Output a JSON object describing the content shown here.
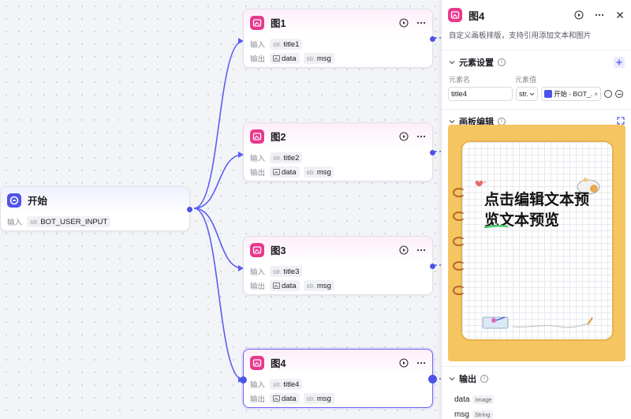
{
  "start_node": {
    "title": "开始",
    "input_label": "输入",
    "input_type": "str.",
    "input_value": "BOT_USER_INPUT"
  },
  "image_nodes": [
    {
      "title": "图1",
      "input_label": "输入",
      "input_type": "str.",
      "input_value": "title1",
      "output_label": "输出",
      "out1": "data",
      "out2_type": "str.",
      "out2": "msg"
    },
    {
      "title": "图2",
      "input_label": "输入",
      "input_type": "str.",
      "input_value": "title2",
      "output_label": "输出",
      "out1": "data",
      "out2_type": "str.",
      "out2": "msg"
    },
    {
      "title": "图3",
      "input_label": "输入",
      "input_type": "str.",
      "input_value": "title3",
      "output_label": "输出",
      "out1": "data",
      "out2_type": "str.",
      "out2": "msg"
    },
    {
      "title": "图4",
      "input_label": "输入",
      "input_type": "str.",
      "input_value": "title4",
      "output_label": "输出",
      "out1": "data",
      "out2_type": "str.",
      "out2": "msg"
    }
  ],
  "panel": {
    "title": "图4",
    "description": "自定义画板排版，支持引用添加文本和图片",
    "elements_section": "元素设置",
    "col_name": "元素名",
    "col_value": "元素值",
    "element_name": "title4",
    "element_type": "str.",
    "element_ref": "开始 - BOT_...",
    "canvas_section": "画板编辑",
    "preview_text": "点击编辑文本预览文本预览",
    "output_section": "输出",
    "outputs": [
      {
        "name": "data",
        "type": "Image"
      },
      {
        "name": "msg",
        "type": "String"
      }
    ]
  },
  "colors": {
    "accent": "#4d53e8",
    "selected_border": "#6d63f5",
    "image_icon": "#e8388c",
    "canvas_bg": "#f4c561"
  }
}
